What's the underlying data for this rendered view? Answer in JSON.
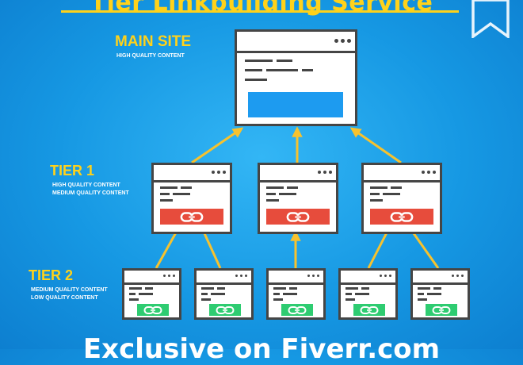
{
  "title": "Tier Linkbuilding Service",
  "footer": "Exclusive on Fiverr.com",
  "main_site": {
    "label": "MAIN SITE",
    "sublabel": "HIGH QUALITY CONTENT"
  },
  "tier1": {
    "label": "TIER 1",
    "sublabels": [
      "HIGH QUALITY CONTENT",
      "MEDIUM QUALITY CONTENT"
    ]
  },
  "tier2": {
    "label": "TIER 2",
    "sublabels": [
      "MEDIUM QUALITY CONTENT",
      "LOW QUALITY CONTENT"
    ]
  },
  "colors": {
    "background": "#1a9be6",
    "accent_yellow": "#ffd21a",
    "arrow": "#f7c22e",
    "main_block": "#1d9bf0",
    "tier1_link": "#e74c3c",
    "tier2_link": "#2ecc71",
    "window_border": "#454545"
  },
  "icons": {
    "bookmark": "bookmark-ribbon-icon",
    "link": "chain-link-icon"
  }
}
